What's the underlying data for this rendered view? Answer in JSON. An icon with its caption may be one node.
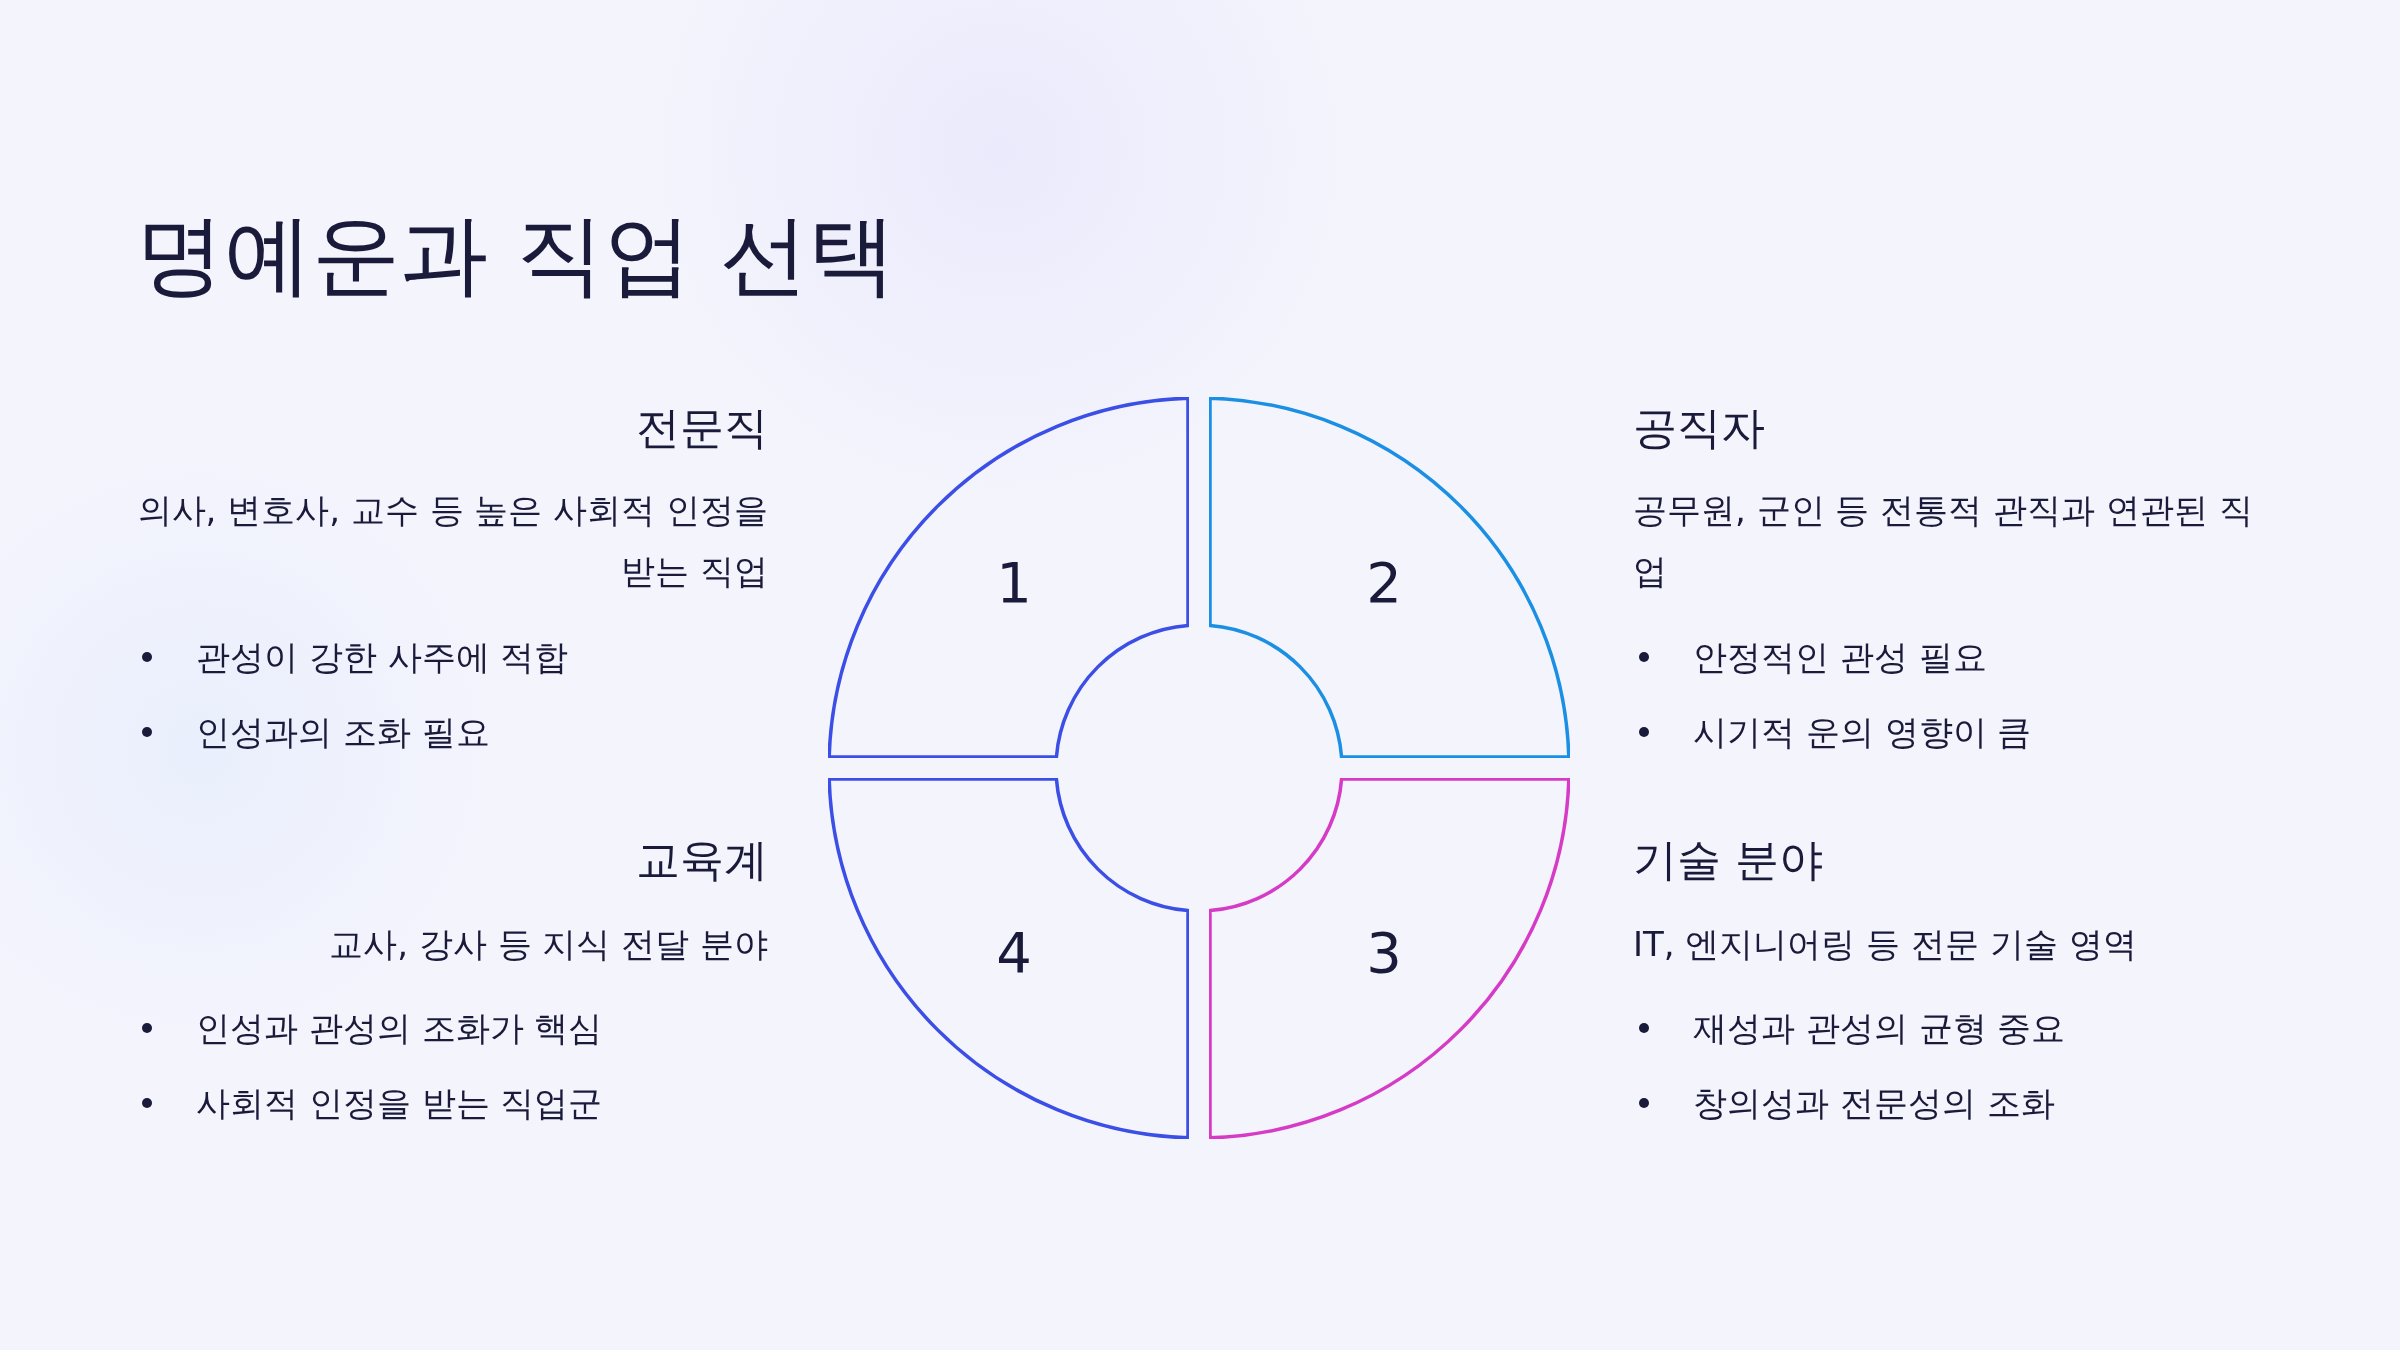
{
  "diagram": {
    "title": "명예운과 직업 선택",
    "nodes": [
      {
        "text": [
          "1"
        ],
        "beside": [
          "전문직",
          "의사, 변호사, 교수 등 높은 사회적 인정을 받는 직업",
          "관성이 강한 사주에 적합",
          "인성과의 조화 필요"
        ]
      },
      {
        "text": [
          "2"
        ],
        "beside": [
          "공직자",
          "공무원, 군인 등 전통적 관직과 연관된 직업",
          "안정적인 관성 필요",
          "시기적 운의 영향이 큼"
        ]
      },
      {
        "text": [
          "3"
        ],
        "beside": [
          "기술 분야",
          "IT, 엔지니어링 등 전문 기술 영역",
          "재성과 관성의 균형 중요",
          "창의성과 전문성의 조화"
        ]
      },
      {
        "text": [
          "4"
        ],
        "beside": [
          "교육계",
          "교사, 강사 등 지식 전달 분야",
          "인성과 관성의 조화가 핵심",
          "사회적 인정을 받는 직업군"
        ]
      }
    ],
    "edges": []
  }
}
